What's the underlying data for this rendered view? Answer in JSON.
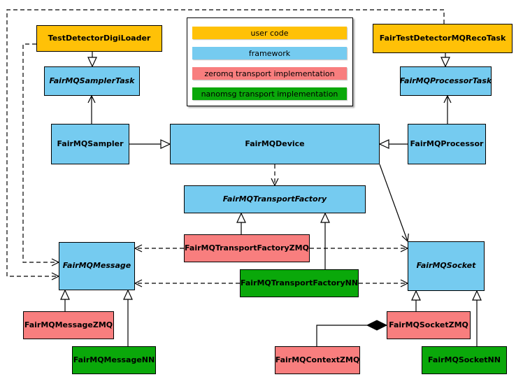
{
  "colors": {
    "user_code": "#FFC107",
    "framework": "#75CBF0",
    "zeromq": "#F87E7E",
    "nanomsg": "#0AA80A",
    "border": "#000000",
    "background": "#FFFFFF"
  },
  "legend": {
    "items": [
      {
        "label": "user code",
        "color": "#FFC107"
      },
      {
        "label": "framework",
        "color": "#75CBF0"
      },
      {
        "label": "zeromq transport implementation",
        "color": "#F87E7E"
      },
      {
        "label": "nanomsg transport implementation",
        "color": "#0AA80A"
      }
    ]
  },
  "nodes": {
    "testDetectorDigiLoader": {
      "label": "TestDetectorDigiLoader",
      "category": "user_code",
      "abstract": false
    },
    "fairTestDetectorMQRecoTask": {
      "label": "FairTestDetectorMQRecoTask",
      "category": "user_code",
      "abstract": false
    },
    "fairMQSamplerTask": {
      "label": "FairMQSamplerTask",
      "category": "framework",
      "abstract": true
    },
    "fairMQProcessorTask": {
      "label": "FairMQProcessorTask",
      "category": "framework",
      "abstract": true
    },
    "fairMQSampler": {
      "label": "FairMQSampler",
      "category": "framework",
      "abstract": false
    },
    "fairMQDevice": {
      "label": "FairMQDevice",
      "category": "framework",
      "abstract": false
    },
    "fairMQProcessor": {
      "label": "FairMQProcessor",
      "category": "framework",
      "abstract": false
    },
    "fairMQTransportFactory": {
      "label": "FairMQTransportFactory",
      "category": "framework",
      "abstract": true
    },
    "fairMQTransportFactoryZMQ": {
      "label": "FairMQTransportFactoryZMQ",
      "category": "zeromq",
      "abstract": false
    },
    "fairMQTransportFactoryNN": {
      "label": "FairMQTransportFactoryNN",
      "category": "nanomsg",
      "abstract": false
    },
    "fairMQMessage": {
      "label": "FairMQMessage",
      "category": "framework",
      "abstract": true
    },
    "fairMQSocket": {
      "label": "FairMQSocket",
      "category": "framework",
      "abstract": true
    },
    "fairMQMessageZMQ": {
      "label": "FairMQMessageZMQ",
      "category": "zeromq",
      "abstract": false
    },
    "fairMQMessageNN": {
      "label": "FairMQMessageNN",
      "category": "nanomsg",
      "abstract": false
    },
    "fairMQSocketZMQ": {
      "label": "FairMQSocketZMQ",
      "category": "zeromq",
      "abstract": false
    },
    "fairMQSocketNN": {
      "label": "FairMQSocketNN",
      "category": "nanomsg",
      "abstract": false
    },
    "fairMQContextZMQ": {
      "label": "FairMQContextZMQ",
      "category": "zeromq",
      "abstract": false
    }
  },
  "edges": [
    {
      "from": "TestDetectorDigiLoader",
      "to": "FairMQSamplerTask",
      "type": "generalization"
    },
    {
      "from": "FairTestDetectorMQRecoTask",
      "to": "FairMQProcessorTask",
      "type": "generalization"
    },
    {
      "from": "FairMQSampler",
      "to": "FairMQSamplerTask",
      "type": "association"
    },
    {
      "from": "FairMQProcessor",
      "to": "FairMQProcessorTask",
      "type": "association"
    },
    {
      "from": "FairMQSampler",
      "to": "FairMQDevice",
      "type": "generalization"
    },
    {
      "from": "FairMQProcessor",
      "to": "FairMQDevice",
      "type": "generalization"
    },
    {
      "from": "FairMQDevice",
      "to": "FairMQTransportFactory",
      "type": "dependency"
    },
    {
      "from": "FairMQDevice",
      "to": "FairMQSocket",
      "type": "association"
    },
    {
      "from": "FairMQTransportFactoryZMQ",
      "to": "FairMQTransportFactory",
      "type": "generalization"
    },
    {
      "from": "FairMQTransportFactoryNN",
      "to": "FairMQTransportFactory",
      "type": "generalization"
    },
    {
      "from": "FairMQTransportFactoryZMQ",
      "to": "FairMQMessage",
      "type": "dependency"
    },
    {
      "from": "FairMQTransportFactoryZMQ",
      "to": "FairMQSocket",
      "type": "dependency"
    },
    {
      "from": "FairMQTransportFactoryNN",
      "to": "FairMQMessage",
      "type": "dependency"
    },
    {
      "from": "FairMQTransportFactoryNN",
      "to": "FairMQSocket",
      "type": "dependency"
    },
    {
      "from": "TestDetectorDigiLoader",
      "to": "FairMQMessage",
      "type": "dependency"
    },
    {
      "from": "FairTestDetectorMQRecoTask",
      "to": "FairMQMessage",
      "type": "dependency"
    },
    {
      "from": "FairMQMessageZMQ",
      "to": "FairMQMessage",
      "type": "generalization"
    },
    {
      "from": "FairMQMessageNN",
      "to": "FairMQMessage",
      "type": "generalization"
    },
    {
      "from": "FairMQSocketZMQ",
      "to": "FairMQSocket",
      "type": "generalization"
    },
    {
      "from": "FairMQSocketNN",
      "to": "FairMQSocket",
      "type": "generalization"
    },
    {
      "from": "FairMQContextZMQ",
      "to": "FairMQSocketZMQ",
      "type": "composition"
    }
  ]
}
